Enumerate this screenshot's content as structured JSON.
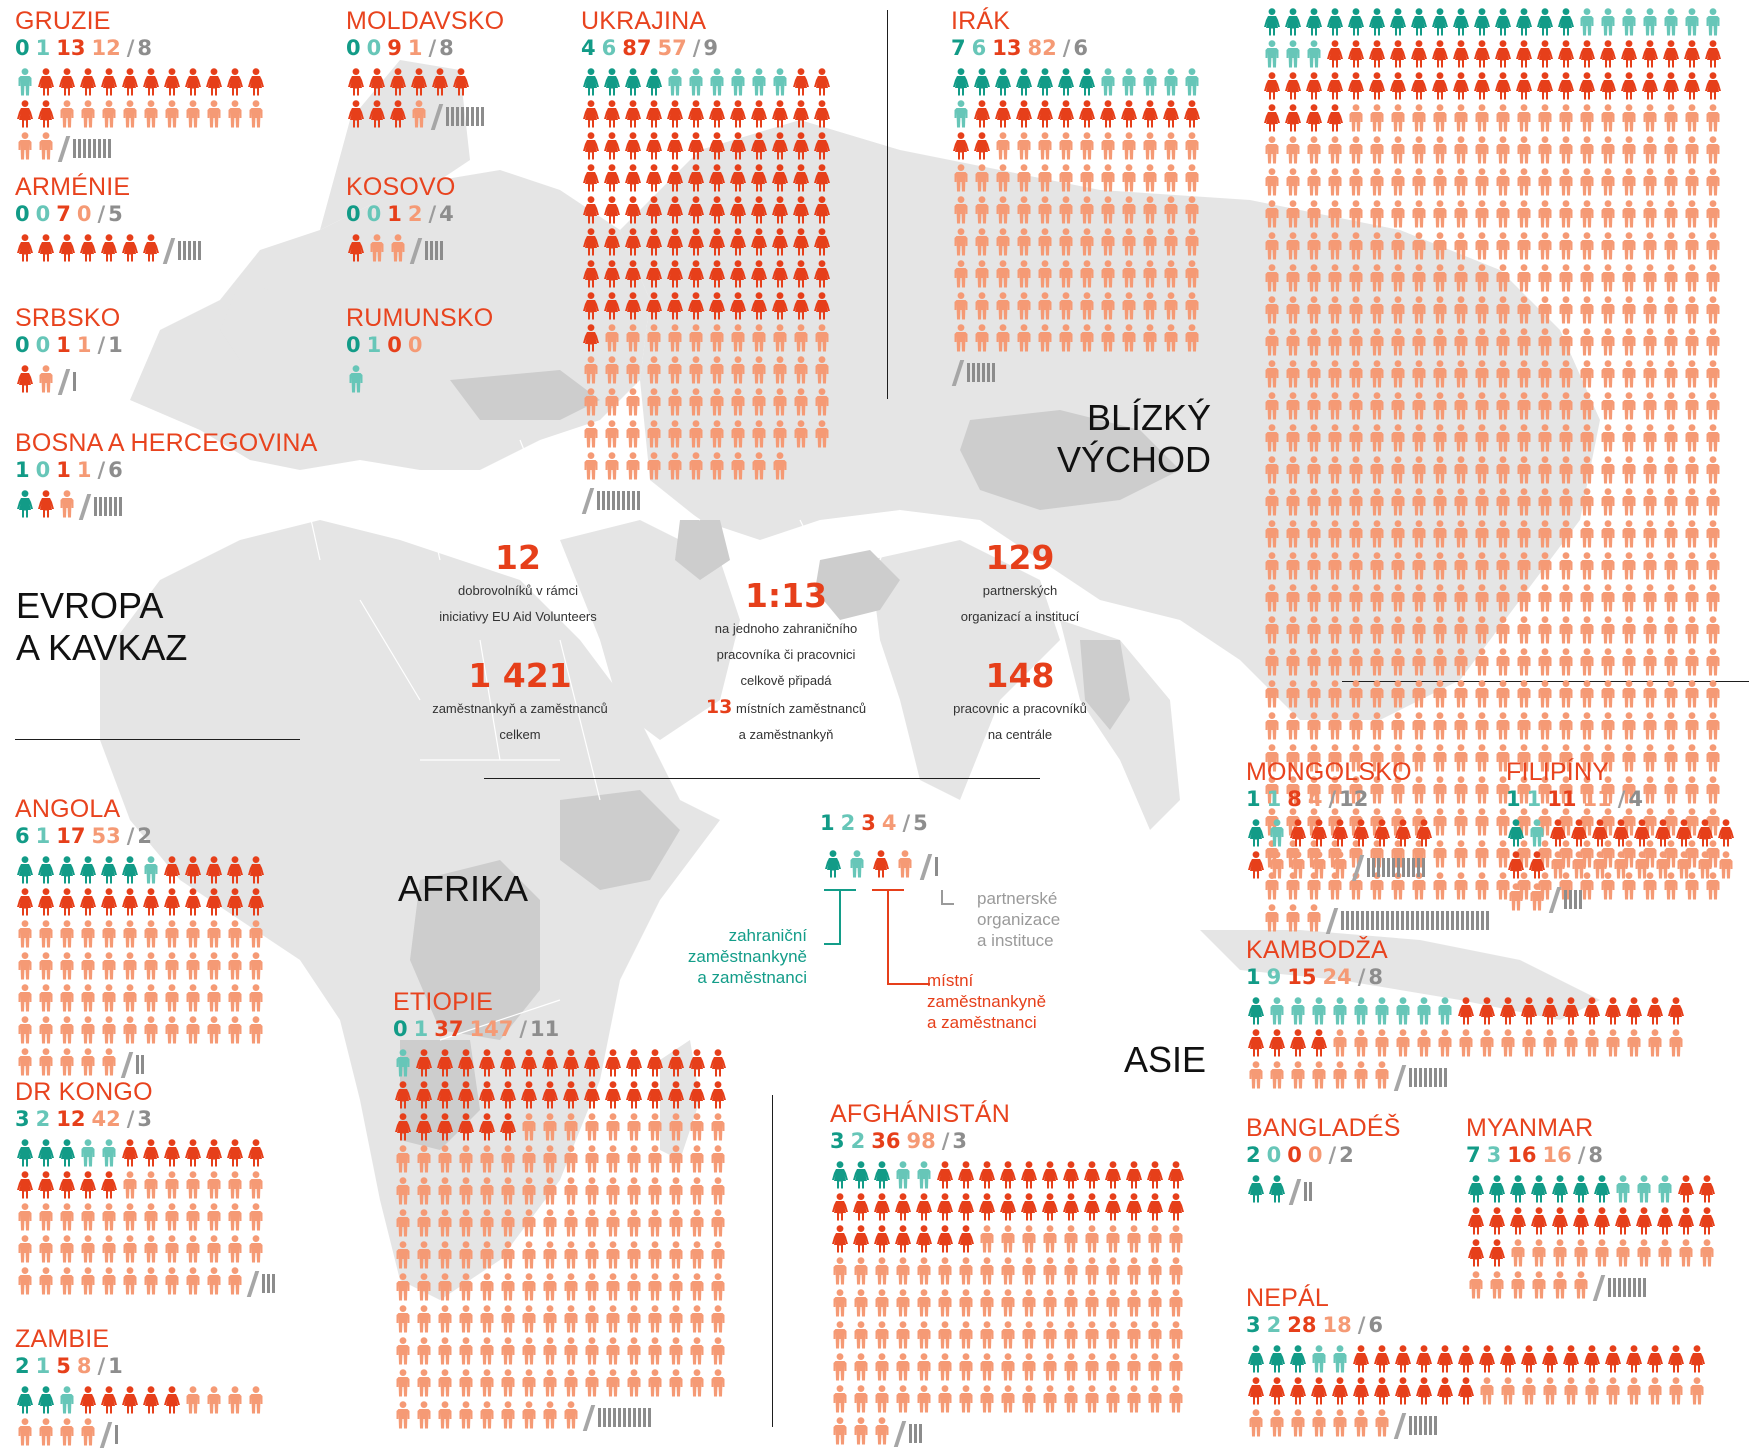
{
  "colors": {
    "0": "#129b87",
    "1": "#67c6b8",
    "2": "#e63f1a",
    "3": "#f59a75"
  },
  "regions": [
    {
      "id": "evropa",
      "lines": [
        "EVROPA",
        "A KAVKAZ"
      ]
    },
    {
      "id": "blizky",
      "lines": [
        "BLÍZKÝ",
        "VÝCHOD"
      ]
    },
    {
      "id": "afrika",
      "lines": [
        "AFRIKA"
      ]
    },
    {
      "id": "asie",
      "lines": [
        "ASIE"
      ]
    }
  ],
  "countries": [
    {
      "id": "gruzie",
      "name": "GRUZIE",
      "counts": [
        0,
        1,
        13,
        12
      ],
      "partners": 8
    },
    {
      "id": "armenie",
      "name": "ARMÉNIE",
      "counts": [
        0,
        0,
        7,
        0
      ],
      "partners": 5
    },
    {
      "id": "srbsko",
      "name": "SRBSKO",
      "counts": [
        0,
        0,
        1,
        1
      ],
      "partners": 1
    },
    {
      "id": "bosna",
      "name": "BOSNA A HERCEGOVINA",
      "counts": [
        1,
        0,
        1,
        1
      ],
      "partners": 6
    },
    {
      "id": "moldavsko",
      "name": "MOLDAVSKO",
      "counts": [
        0,
        0,
        9,
        1
      ],
      "partners": 8
    },
    {
      "id": "kosovo",
      "name": "KOSOVO",
      "counts": [
        0,
        0,
        1,
        2
      ],
      "partners": 4
    },
    {
      "id": "rumunsko",
      "name": "RUMUNSKO",
      "counts": [
        0,
        1,
        0,
        0
      ],
      "partners": null
    },
    {
      "id": "ukrajina",
      "name": "UKRAJINA",
      "counts": [
        4,
        6,
        87,
        57
      ],
      "partners": 9
    },
    {
      "id": "irak",
      "name": "IRÁK",
      "counts": [
        7,
        6,
        13,
        82
      ],
      "partners": 6
    },
    {
      "id": "syrie",
      "name": "",
      "counts": [
        15,
        10,
        45,
        549
      ],
      "partners": 30
    },
    {
      "id": "angola",
      "name": "ANGOLA",
      "counts": [
        6,
        1,
        17,
        53
      ],
      "partners": 2
    },
    {
      "id": "drkongo",
      "name": "DR KONGO",
      "counts": [
        3,
        2,
        12,
        42
      ],
      "partners": 3
    },
    {
      "id": "zambie",
      "name": "ZAMBIE",
      "counts": [
        2,
        1,
        5,
        8
      ],
      "partners": 1
    },
    {
      "id": "etiopie",
      "name": "ETIOPIE",
      "counts": [
        0,
        1,
        37,
        147
      ],
      "partners": 11
    },
    {
      "id": "afghanistan",
      "name": "AFGHÁNISTÁN",
      "counts": [
        3,
        2,
        36,
        98
      ],
      "partners": 3
    },
    {
      "id": "mongolsko",
      "name": "MONGOLSKO",
      "counts": [
        1,
        1,
        8,
        4
      ],
      "partners": 12
    },
    {
      "id": "filipiny",
      "name": "FILIPÍNY",
      "counts": [
        1,
        1,
        11,
        11
      ],
      "partners": 4
    },
    {
      "id": "kambodza",
      "name": "KAMBODŽA",
      "counts": [
        1,
        9,
        15,
        24
      ],
      "partners": 8
    },
    {
      "id": "banglades",
      "name": "BANGLADÉŠ",
      "counts": [
        2,
        0,
        0,
        0
      ],
      "partners": 2
    },
    {
      "id": "myanmar",
      "name": "MYANMAR",
      "counts": [
        7,
        3,
        16,
        16
      ],
      "partners": 8
    },
    {
      "id": "nepal",
      "name": "NEPÁL",
      "counts": [
        3,
        2,
        28,
        18
      ],
      "partners": 6
    }
  ],
  "stats": {
    "volunteers": {
      "value": "12",
      "lines": [
        "dobrovolníků v rámci",
        "iniciativy EU Aid Volunteers"
      ]
    },
    "partners": {
      "value": "129",
      "lines": [
        "partnerských",
        "organizací a institucí"
      ]
    },
    "employees": {
      "value": "1 421",
      "lines": [
        "zaměstnankyň a zaměstnanců",
        "celkem"
      ]
    },
    "hq": {
      "value": "148",
      "lines": [
        "pracovnic a pracovníků",
        "na centrále"
      ]
    },
    "ratio": {
      "value": "1:13",
      "line1": "na jednoho zahraničního",
      "line2": "pracovníka či pracovnici",
      "line3": "celkově připadá",
      "num": "13",
      "line4": "místních zaměstnanců",
      "line5": "a zaměstnankyň"
    }
  },
  "legend": {
    "counts": [
      1,
      2,
      3,
      4
    ],
    "partners": 5,
    "partners_tally": 1,
    "foreign": [
      "zahraniční",
      "zaměstnankyně",
      "a zaměstnanci"
    ],
    "local": [
      "místní",
      "zaměstnankyně",
      "a zaměstnanci"
    ],
    "partner_text": [
      "partnerské",
      "organizace",
      "a instituce"
    ]
  }
}
